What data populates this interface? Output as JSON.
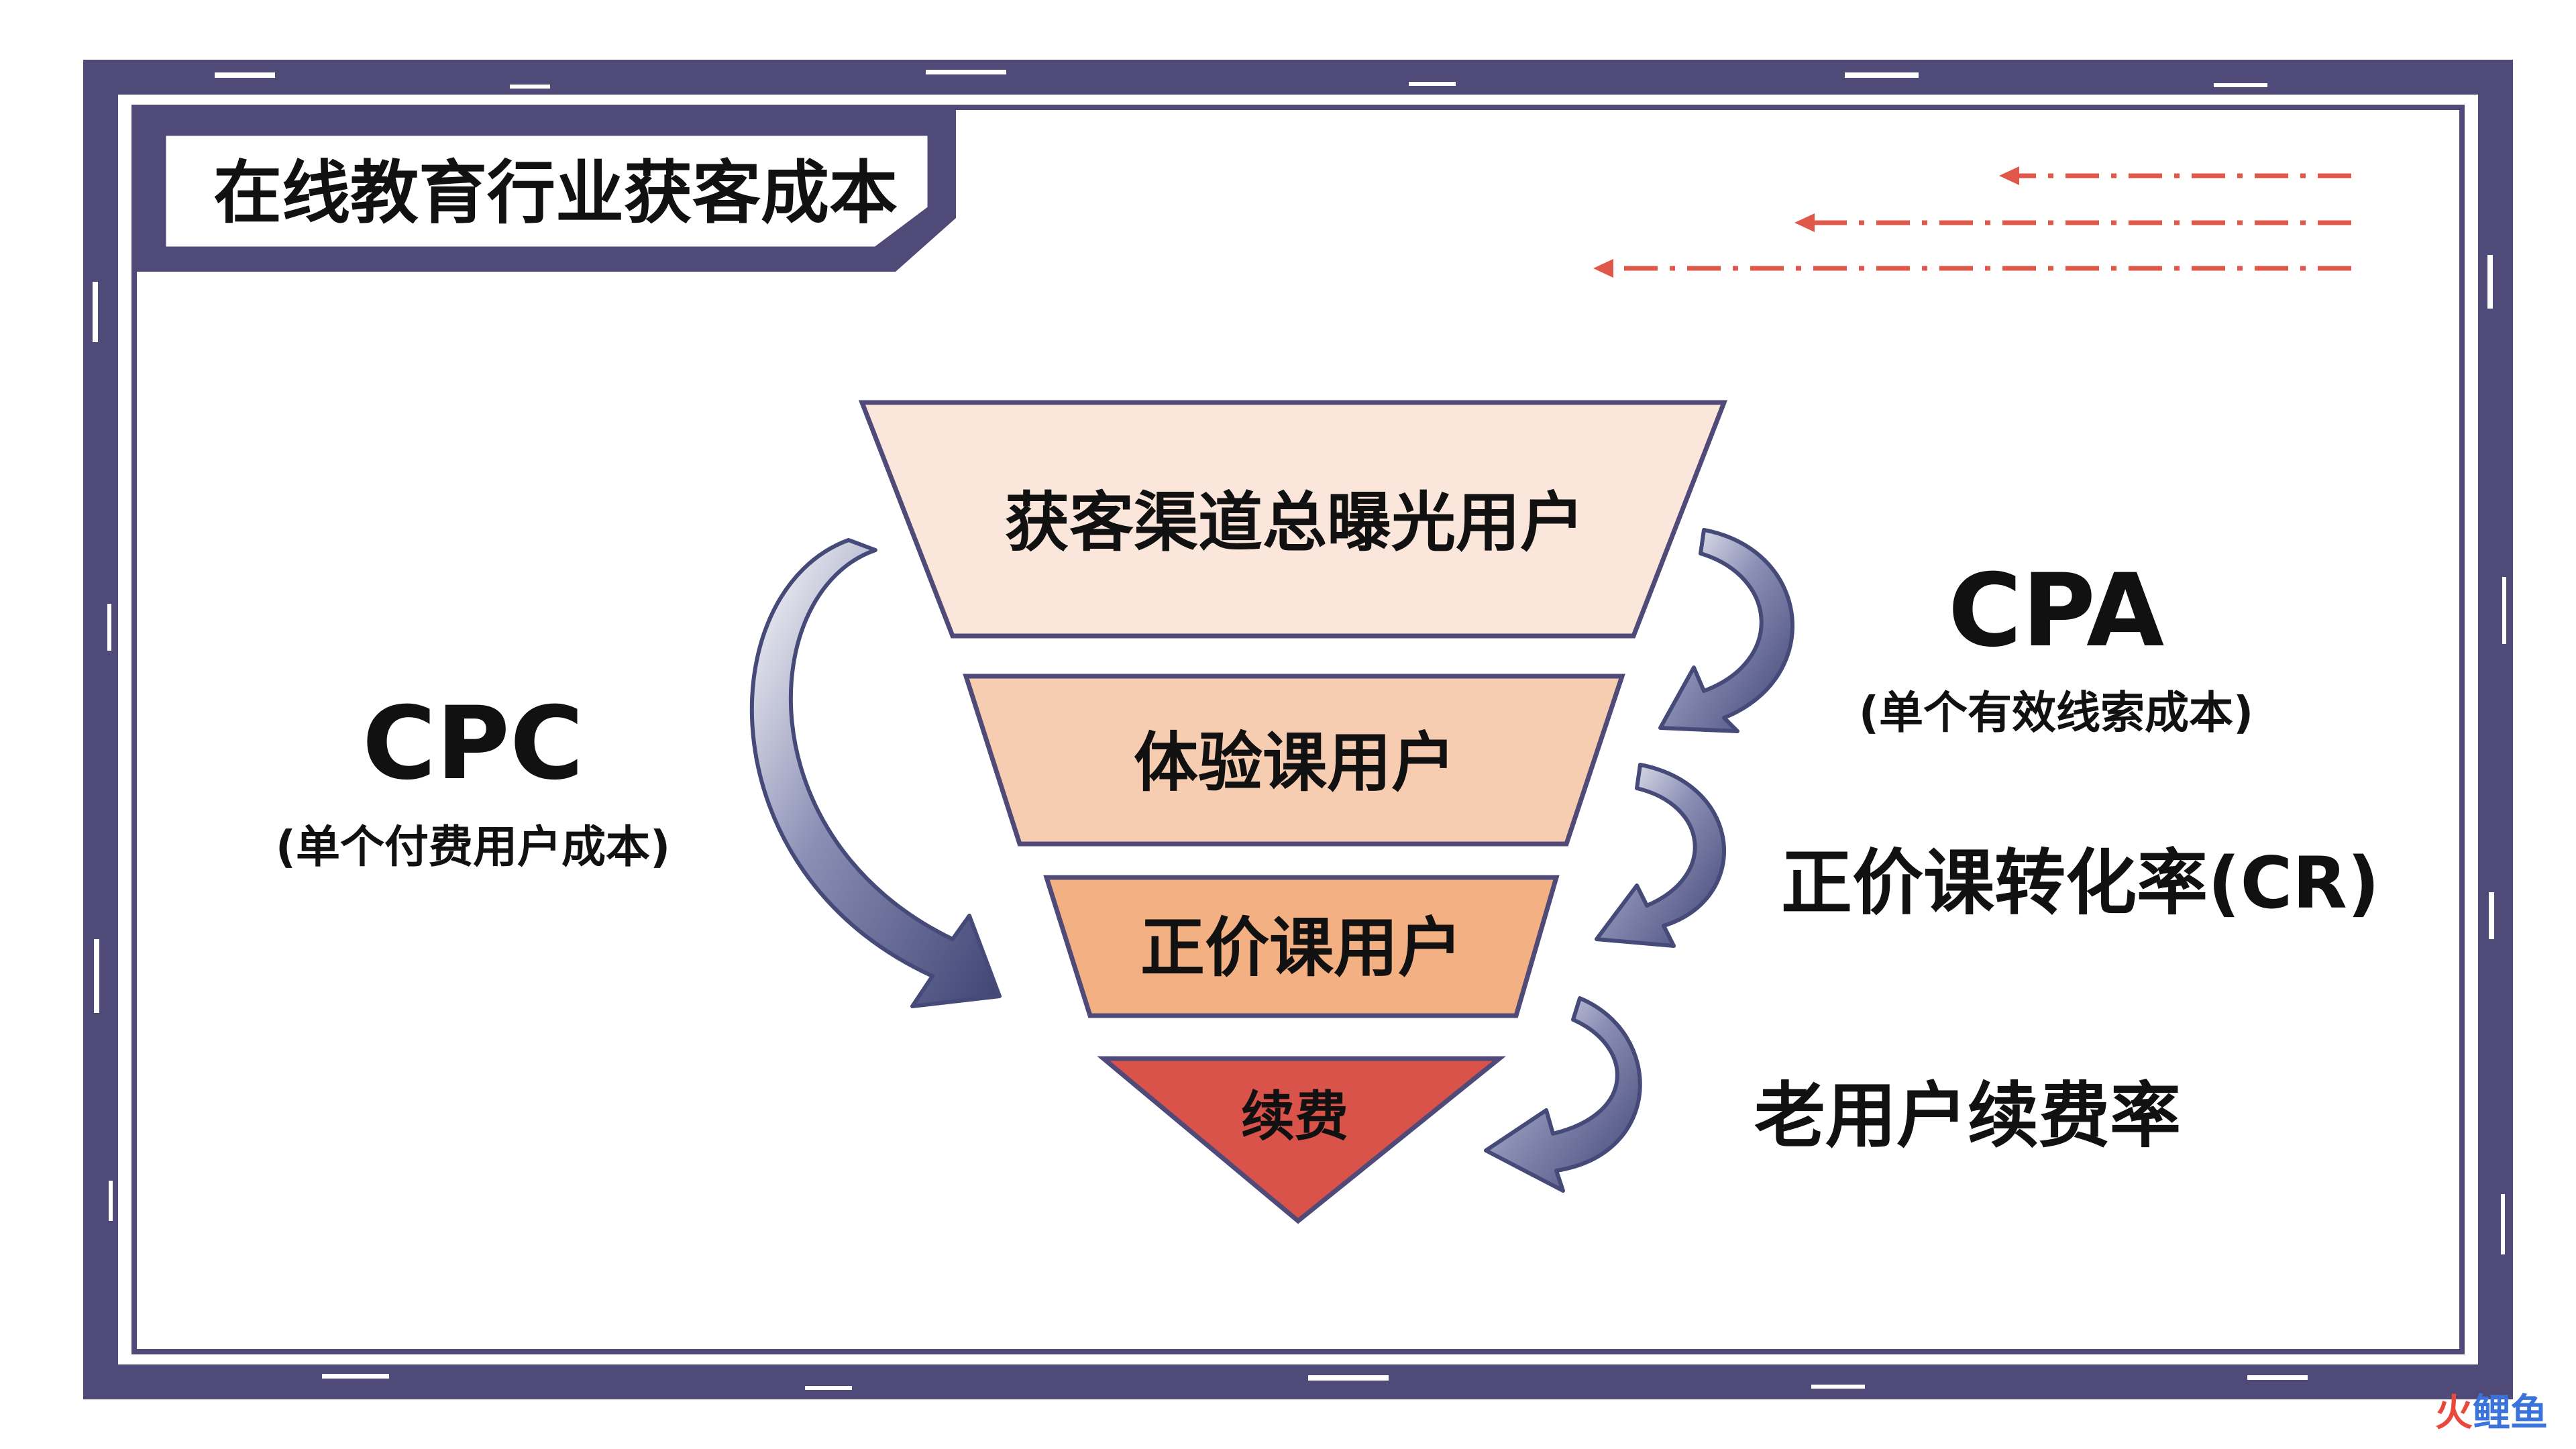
{
  "title": "在线教育行业获客成本",
  "funnel": {
    "levels": [
      {
        "label": "获客渠道总曝光用户",
        "color": "#fbe6dc"
      },
      {
        "label": "体验课用户",
        "color": "#f7cdb1"
      },
      {
        "label": "正价课用户",
        "color": "#f3b083"
      },
      {
        "label": "续费",
        "color": "#d9534a"
      }
    ]
  },
  "metrics": {
    "cpc": {
      "main": "CPC",
      "sub": "(单个付费用户成本)"
    },
    "cpa": {
      "main": "CPA",
      "sub": "(单个有效线索成本)"
    },
    "cr": {
      "main": "正价课转化率(CR)"
    },
    "renew": {
      "main": "老用户续费率"
    }
  },
  "watermark": {
    "part1": "火",
    "part2": "鲤鱼"
  },
  "colors": {
    "frame": "#4f4a78",
    "arrow": "#454a78",
    "dash": "#e0584a",
    "stroke": "#4f4a78",
    "renew_text": "#ffffff"
  }
}
